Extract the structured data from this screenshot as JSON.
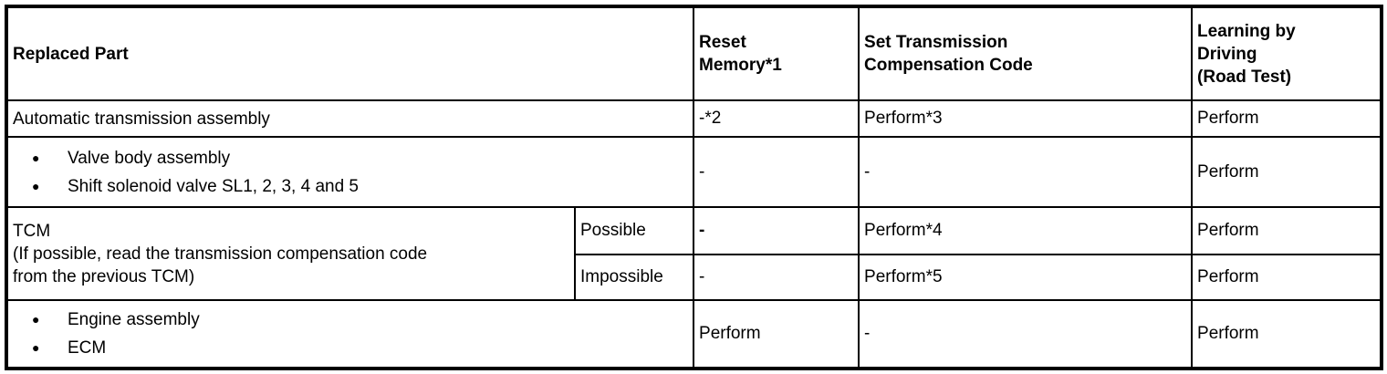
{
  "icons": {
    "bullet": "●"
  },
  "table": {
    "header": {
      "replaced_part": "Replaced Part",
      "reset_memory": "Reset\nMemory*1",
      "set_transmission_compensation_code": "Set Transmission\nCompensation Code",
      "learning_by_driving": "Learning by\nDriving\n(Road Test)"
    },
    "rows": {
      "automatic_transmission": {
        "part": "Automatic transmission assembly",
        "reset_memory": "-*2",
        "set_code": "Perform*3",
        "learning": "Perform"
      },
      "valve_body": {
        "bullets": [
          "Valve body assembly",
          "Shift solenoid valve SL1, 2, 3, 4 and 5"
        ],
        "reset_memory": "-",
        "set_code": "-",
        "learning": "Perform"
      },
      "tcm": {
        "part": "TCM\n(If possible, read the transmission compensation code\nfrom the previous TCM)",
        "possible": {
          "label": "Possible",
          "reset_memory": "-",
          "set_code": "Perform*4",
          "learning": "Perform"
        },
        "impossible": {
          "label": "Impossible",
          "reset_memory": "-",
          "set_code": "Perform*5",
          "learning": "Perform"
        }
      },
      "engine_ecm": {
        "bullets": [
          "Engine assembly",
          "ECM"
        ],
        "reset_memory": "Perform",
        "set_code": "-",
        "learning": "Perform"
      }
    }
  }
}
